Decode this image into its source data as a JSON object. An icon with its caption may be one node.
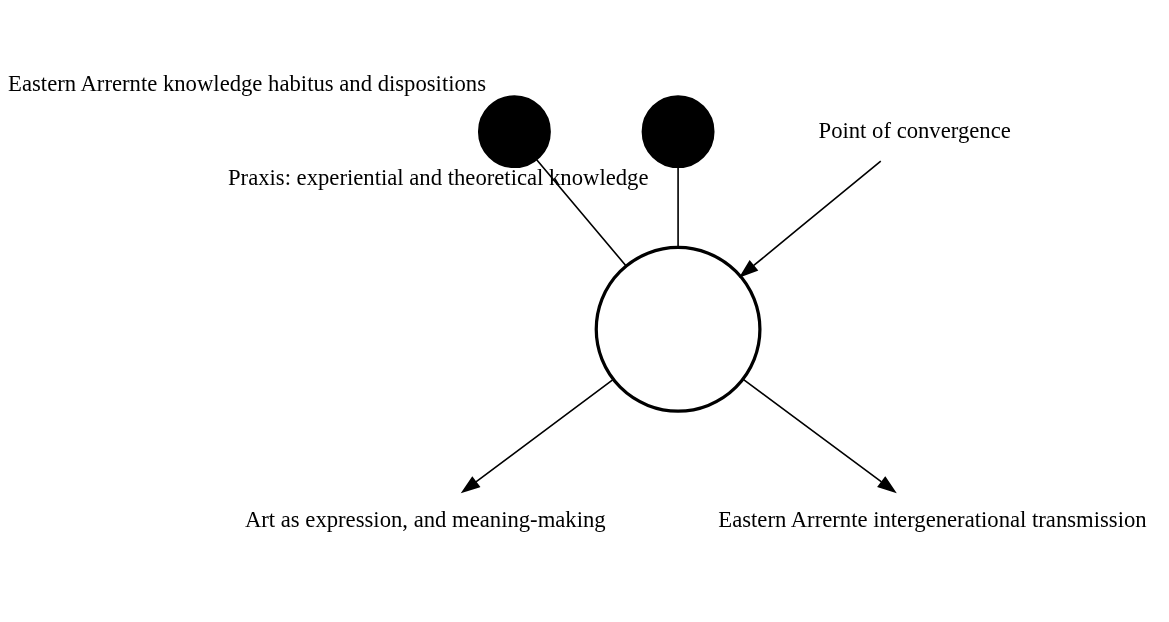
{
  "diagram": {
    "nodes": [
      {
        "text": [],
        "shape": "circle",
        "beside": [
          "Eastern Arrernte knowledge habitus and dispositions"
        ]
      },
      {
        "text": [],
        "shape": "circle",
        "beside": [
          "Praxis: experiential and theoretical knowledge"
        ]
      },
      {
        "text": [
          "Point of convergence"
        ]
      },
      {
        "text": [],
        "shape": "circle"
      },
      {
        "text": [
          "Art as expression, and meaning-making"
        ]
      },
      {
        "text": [
          "Eastern Arrernte intergenerational transmission"
        ]
      }
    ],
    "edges": [
      {
        "from": 0,
        "to": 3,
        "arrow": "none"
      },
      {
        "from": 1,
        "to": 3,
        "arrow": "none"
      },
      {
        "from": 2,
        "to": 3,
        "arrow": "to"
      },
      {
        "from": 3,
        "to": 4,
        "arrow": "to"
      },
      {
        "from": 3,
        "to": 5,
        "arrow": "to"
      }
    ]
  }
}
